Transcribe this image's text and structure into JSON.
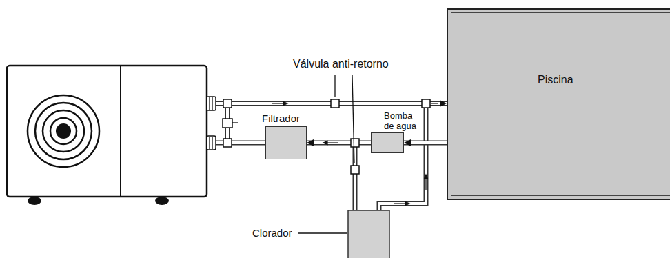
{
  "diagram": {
    "nodes": [
      {
        "text": [
          "Filtrador"
        ]
      },
      {
        "text": [
          "Bomba de agua"
        ]
      },
      {
        "text": [
          "Piscina"
        ]
      }
    ],
    "edges": [
      {
        "from": 2,
        "to": 1,
        "arrow": "to"
      },
      {
        "from": 1,
        "to": 0,
        "arrow": "to"
      },
      {
        "from": 0,
        "to": 2,
        "arrow": "to"
      }
    ],
    "labels": [
      "Válvula anti-retorno",
      "Clorador"
    ]
  }
}
